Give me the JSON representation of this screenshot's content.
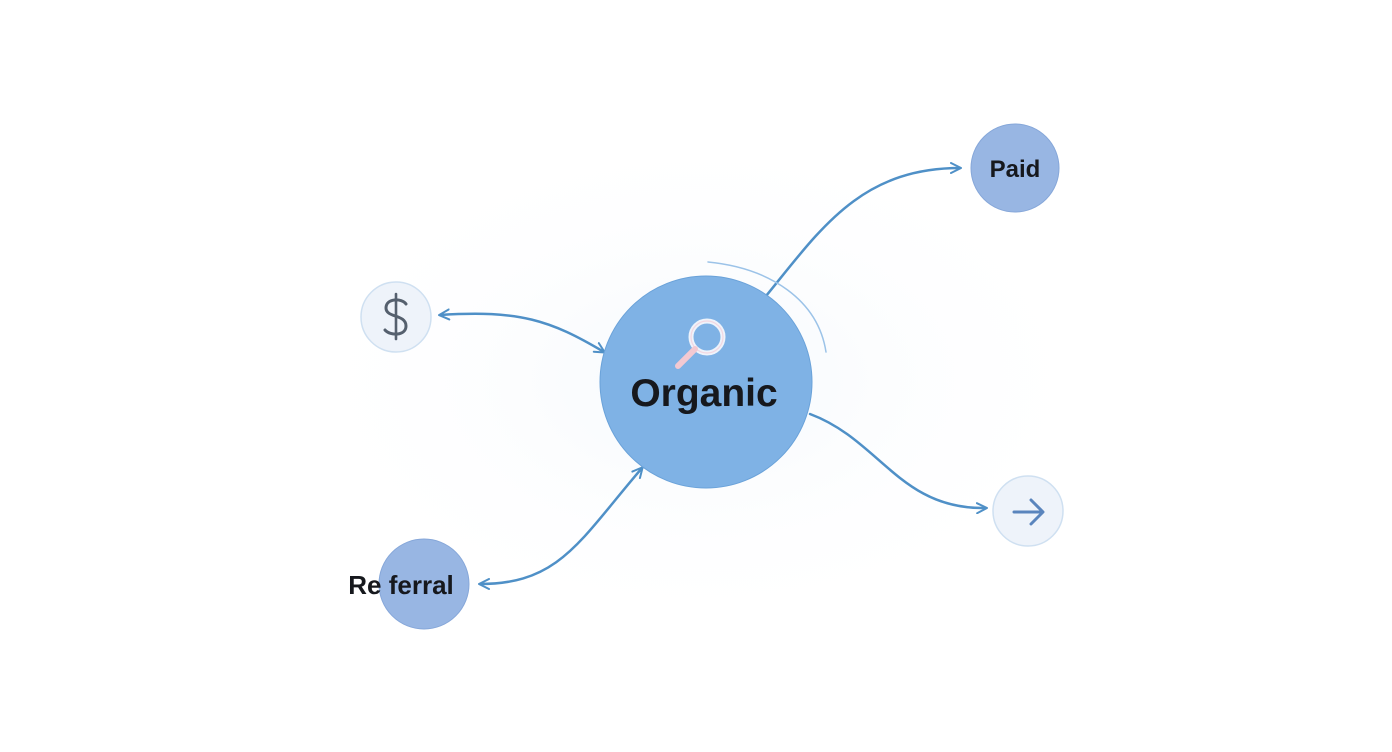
{
  "diagram": {
    "nodes": {
      "organic": {
        "label": "Organic",
        "icon": "magnifier-icon"
      },
      "paid": {
        "label": "Paid"
      },
      "cost": {
        "icon": "dollar-icon"
      },
      "referral": {
        "label": "Re ferral"
      },
      "direct": {
        "icon": "arrow-right-icon"
      }
    },
    "colors": {
      "primary_node": "#7fb2e5",
      "secondary_node": "#98b6e3",
      "icon_node_fill": "#eef3fa",
      "icon_node_stroke": "#cfe0f1",
      "connector": "#4f90c7",
      "label_text": "#16181d"
    }
  }
}
